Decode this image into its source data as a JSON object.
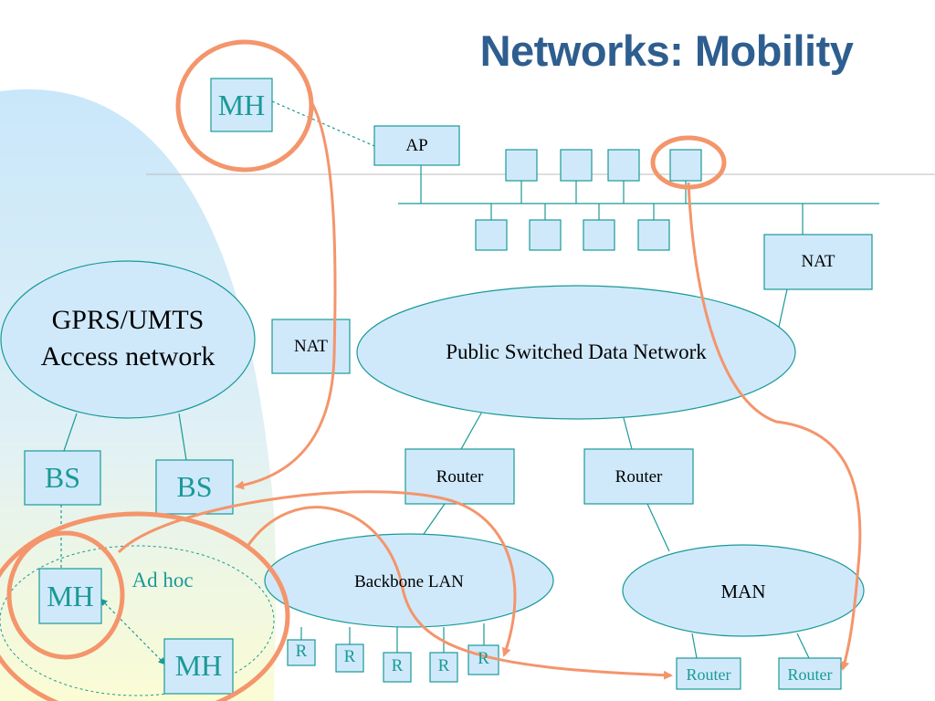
{
  "title": "Networks: Mobility",
  "nodes": {
    "mh_top": "MH",
    "ap": "AP",
    "nat_right": "NAT",
    "nat_left": "NAT",
    "gprs_line1": "GPRS/UMTS",
    "gprs_line2": "Access network",
    "psdn": "Public Switched Data Network",
    "bs_left": "BS",
    "bs_right": "BS",
    "router_left": "Router",
    "router_right": "Router",
    "backbone": "Backbone LAN",
    "man": "MAN",
    "adhoc": "Ad hoc",
    "mh_adhoc1": "MH",
    "mh_adhoc2": "MH",
    "r_labels": [
      "R",
      "R",
      "R",
      "R",
      "R"
    ],
    "man_router_left": "Router",
    "man_router_right": "Router"
  },
  "colors": {
    "node_fill": "#cfe9fb",
    "node_stroke": "#1a9a96",
    "highlight": "#f4956b",
    "title": "#2e5e8f",
    "background_blob": "#cde9fa"
  }
}
